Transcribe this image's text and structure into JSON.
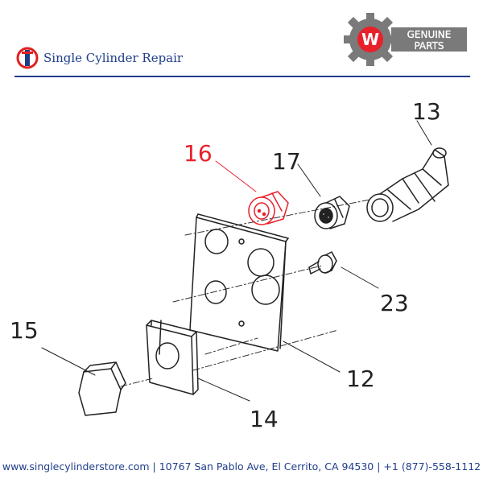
{
  "header": {
    "brand": "Single Cylinder Repair",
    "badge_line1": "GENUINE",
    "badge_line2": "PARTS",
    "badge_letter": "W"
  },
  "colors": {
    "brand_blue": "#1f3d8a",
    "brand_red": "#e02020",
    "highlight_part": "#e8202a",
    "line": "#222222",
    "badge_gray": "#7a7a7a"
  },
  "callouts": {
    "p12": "12",
    "p13": "13",
    "p14": "14",
    "p15": "15",
    "p16": "16",
    "p17": "17",
    "p23": "23"
  },
  "footer": {
    "text": "www.singlecylinderstore.com  |  10767 San Pablo Ave, El Cerrito, CA 94530  |  +1 (877)-558-1112"
  }
}
